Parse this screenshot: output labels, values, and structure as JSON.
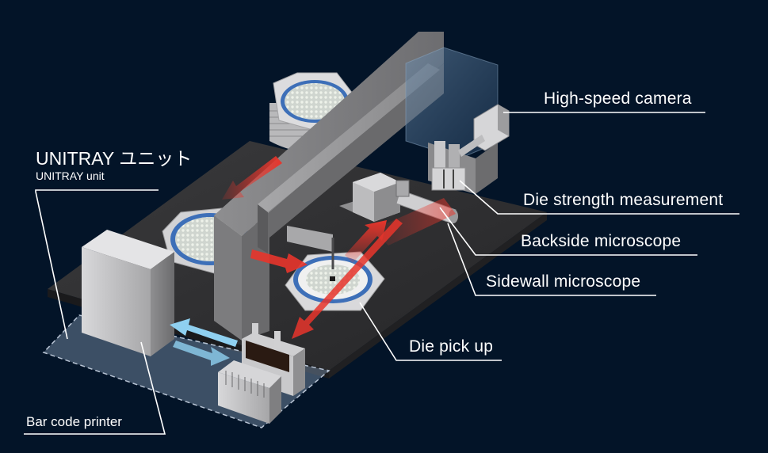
{
  "colors": {
    "background": "#031428",
    "label_text": "#ffffff",
    "leader_line": "#ffffff",
    "red_arrow": "#e8352b",
    "blue_arrow": "#8fd0f0",
    "wafer_ring": "#3d6fb8"
  },
  "unit": {
    "title": "UNITRAY ユニット",
    "subtitle": "UNITRAY unit"
  },
  "labels": {
    "high_speed_camera": "High-speed camera",
    "die_strength": "Die strength measurement",
    "backside_microscope": "Backside microscope",
    "sidewall_microscope": "Sidewall microscope",
    "die_pick_up": "Die pick up",
    "bar_code_printer": "Bar code printer"
  }
}
